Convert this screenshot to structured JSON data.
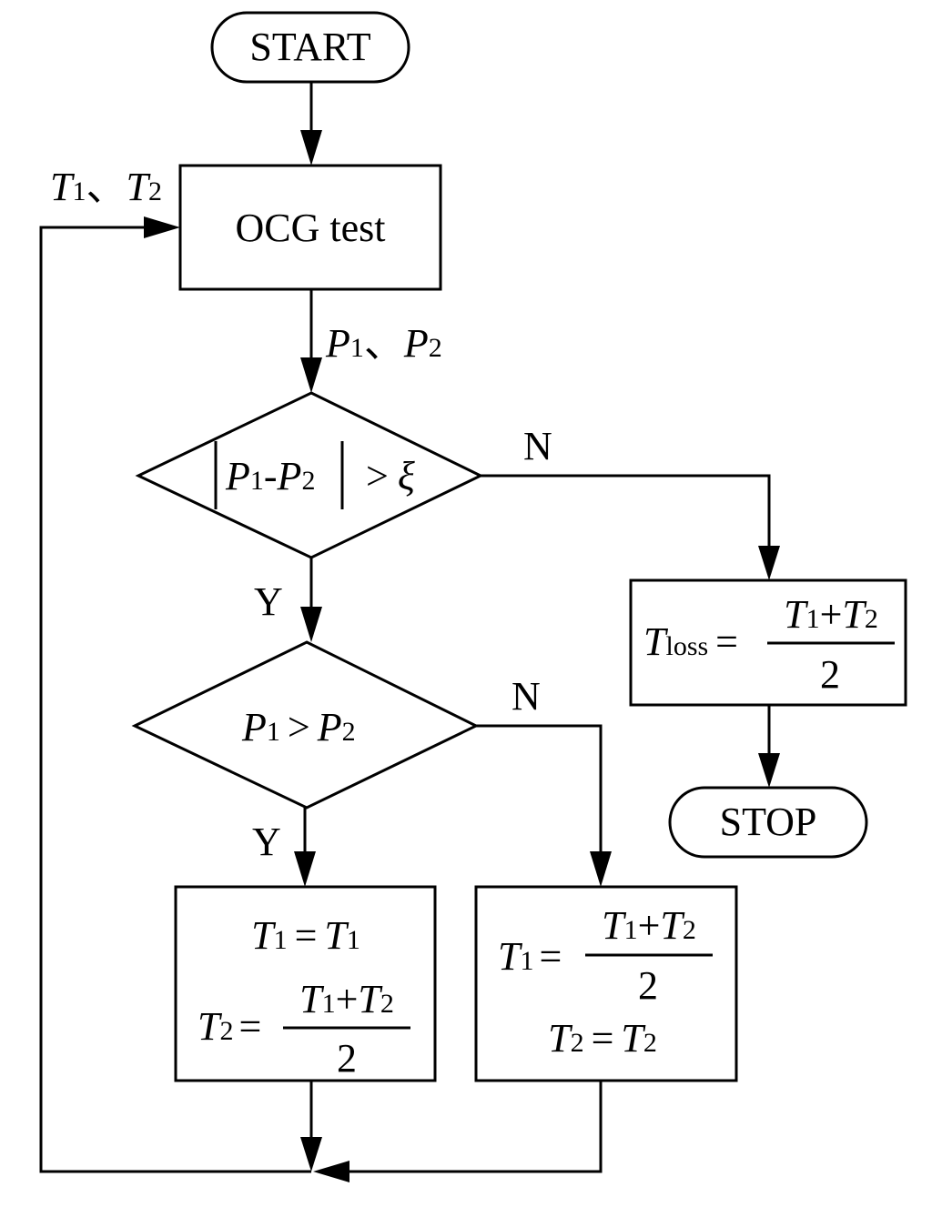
{
  "flowchart": {
    "start_label": "START",
    "stop_label": "STOP",
    "process_label": "OCG test",
    "input_label": {
      "t1": "T",
      "t1_sub": "1",
      "sep": "、",
      "t2": "T",
      "t2_sub": "2"
    },
    "output_label": {
      "p1": "P",
      "p1_sub": "1",
      "sep": "、",
      "p2": "P",
      "p2_sub": "2"
    },
    "decision1": {
      "p1": "P",
      "p1_sub": "1",
      "minus": "-",
      "p2": "P",
      "p2_sub": "2",
      "op": ">",
      "threshold": "ξ",
      "bar": "|"
    },
    "decision2": {
      "p1": "P",
      "p1_sub": "1",
      "op": ">",
      "p2": "P",
      "p2_sub": "2"
    },
    "branch_labels": {
      "yes": "Y",
      "no": "N"
    },
    "loss_box": {
      "lhs": "T",
      "lhs_sub": "loss",
      "eq": "=",
      "num_t1": "T",
      "num_t1_sub": "1",
      "plus": "+",
      "num_t2": "T",
      "num_t2_sub": "2",
      "den": "2"
    },
    "left_box": {
      "line1": {
        "lhs": "T",
        "lhs_sub": "1",
        "eq": "=",
        "rhs": "T",
        "rhs_sub": "1"
      },
      "line2": {
        "lhs": "T",
        "lhs_sub": "2",
        "eq": "=",
        "num_t1": "T",
        "num_t1_sub": "1",
        "plus": "+",
        "num_t2": "T",
        "num_t2_sub": "2",
        "den": "2"
      }
    },
    "right_box": {
      "line1": {
        "lhs": "T",
        "lhs_sub": "1",
        "eq": "=",
        "num_t1": "T",
        "num_t1_sub": "1",
        "plus": "+",
        "num_t2": "T",
        "num_t2_sub": "2",
        "den": "2"
      },
      "line2": {
        "lhs": "T",
        "lhs_sub": "2",
        "eq": "=",
        "rhs": "T",
        "rhs_sub": "2"
      }
    }
  }
}
